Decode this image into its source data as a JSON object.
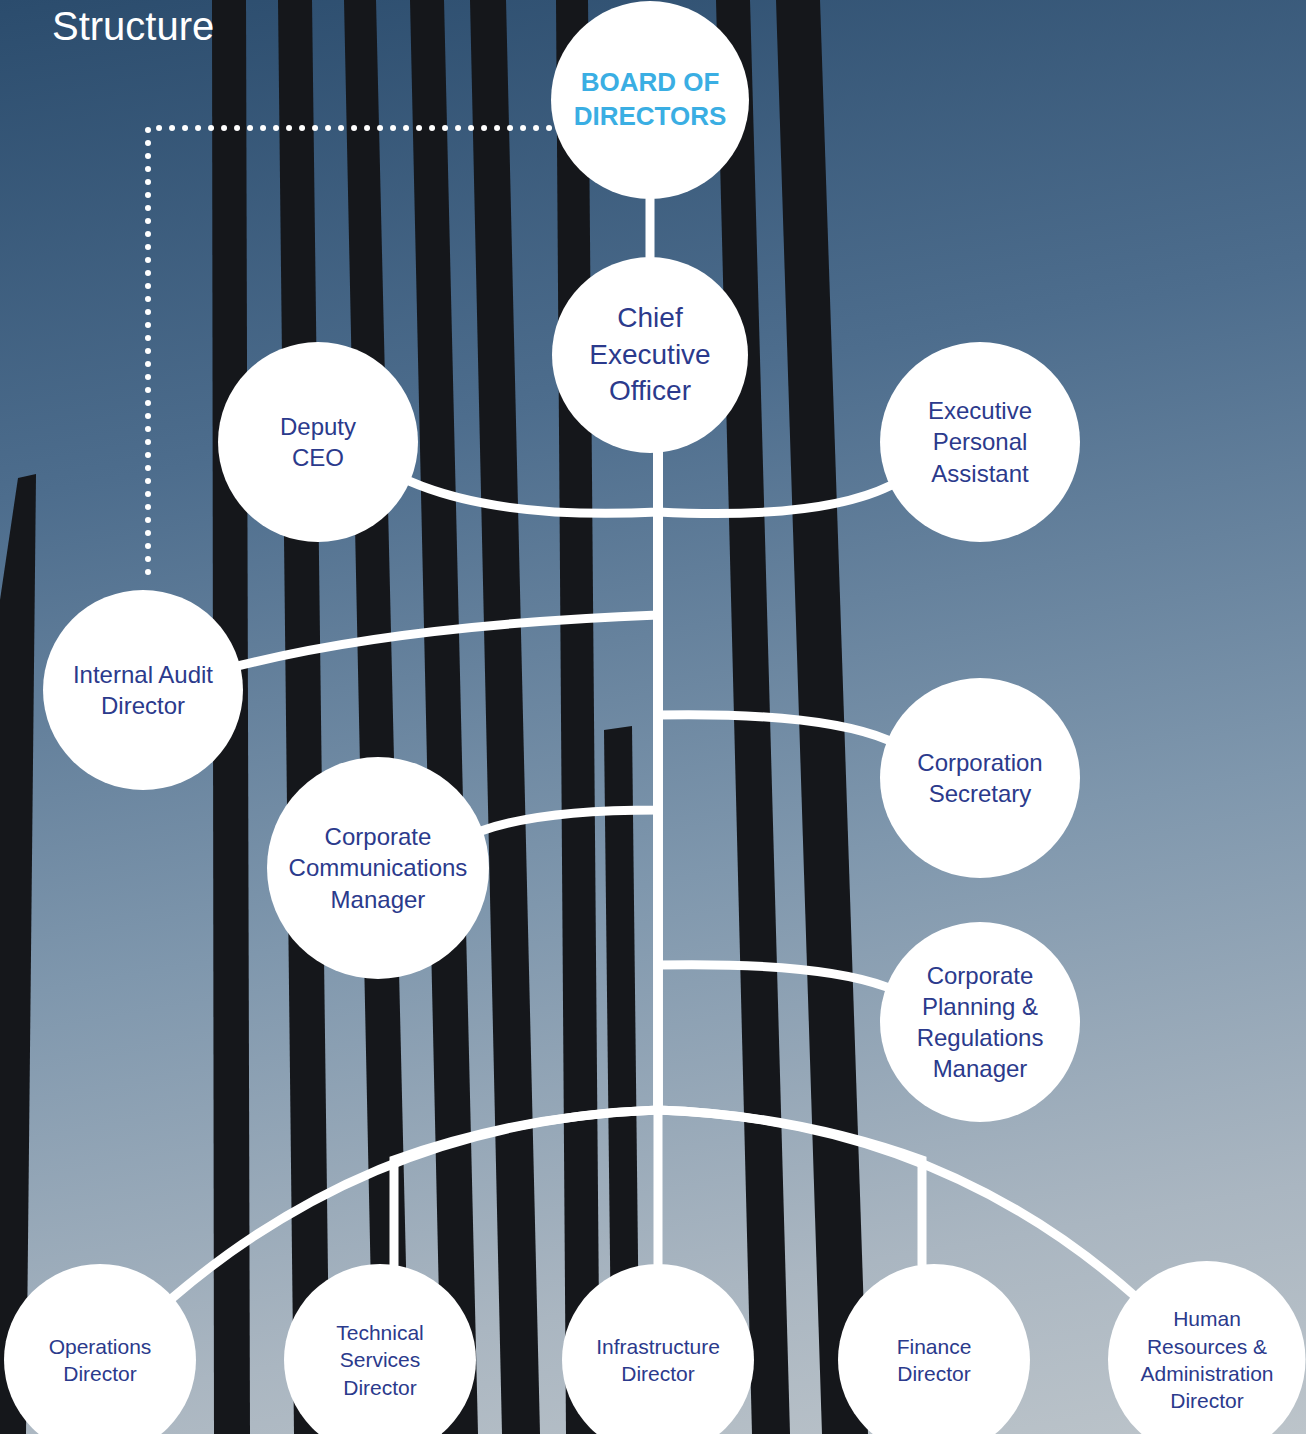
{
  "diagram": {
    "title": "Structure",
    "nodes": [
      {
        "text": [
          "BOARD OF DIRECTORS"
        ]
      },
      {
        "text": [
          "Chief Executive Officer"
        ]
      },
      {
        "text": [
          "Deputy CEO"
        ]
      },
      {
        "text": [
          "Executive Personal Assistant"
        ]
      },
      {
        "text": [
          "Internal Audit Director"
        ]
      },
      {
        "text": [
          "Corporation Secretary"
        ]
      },
      {
        "text": [
          "Corporate Communications Manager"
        ]
      },
      {
        "text": [
          "Corporate Planning & Regulations Manager"
        ]
      },
      {
        "text": [
          "Operations Director"
        ]
      },
      {
        "text": [
          "Technical Services Director"
        ]
      },
      {
        "text": [
          "Infrastructure Director"
        ]
      },
      {
        "text": [
          "Finance Director"
        ]
      },
      {
        "text": [
          "Human Resources & Administration Director"
        ]
      }
    ],
    "edges": [
      {
        "from": 0,
        "to": 1,
        "arrow": "none"
      },
      {
        "from": 0,
        "to": 4,
        "arrow": "none"
      },
      {
        "from": 1,
        "to": 2,
        "arrow": "none"
      },
      {
        "from": 1,
        "to": 3,
        "arrow": "none"
      },
      {
        "from": 1,
        "to": 4,
        "arrow": "none"
      },
      {
        "from": 1,
        "to": 5,
        "arrow": "none"
      },
      {
        "from": 1,
        "to": 6,
        "arrow": "none"
      },
      {
        "from": 1,
        "to": 7,
        "arrow": "none"
      },
      {
        "from": 1,
        "to": 8,
        "arrow": "none"
      },
      {
        "from": 1,
        "to": 9,
        "arrow": "none"
      },
      {
        "from": 1,
        "to": 10,
        "arrow": "none"
      },
      {
        "from": 1,
        "to": 11,
        "arrow": "none"
      },
      {
        "from": 1,
        "to": 12,
        "arrow": "none"
      }
    ]
  }
}
